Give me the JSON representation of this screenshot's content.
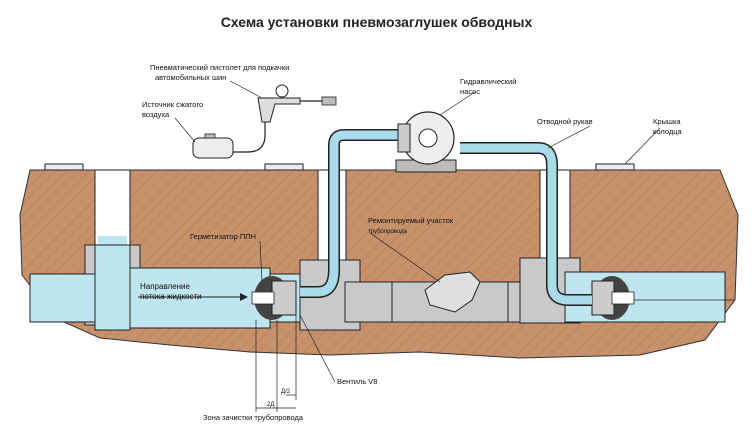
{
  "title": "Схема установки пневмозаглушек обводных",
  "labels": {
    "pistol_line1": "Пневматический пистолет для подкачки",
    "pistol_line2": "автомобильных шин",
    "source_line1": "Источник сжатого",
    "source_line2": "воздуха",
    "pump_line1": "Гидравлический",
    "pump_line2": "насос",
    "hose": "Отводной рукав",
    "lid_line1": "Крышка",
    "lid_line2": "колодца",
    "sealer": "Герметизатор ППН",
    "flow_line1": "Направление",
    "flow_line2": "потока жидкости",
    "repair_line1": "Ремонтируемый участок",
    "repair_line2": "трубопровода",
    "valve": "Вентиль V8",
    "d_half": "Д/2",
    "two_d": "2Д",
    "zone": "Зона зачистки трубопровода"
  },
  "colors": {
    "soil": "#c7926b",
    "water": "#bfe6ef",
    "concrete": "#c9c9c9",
    "hose": "#a9dcea",
    "outline": "#222222"
  }
}
